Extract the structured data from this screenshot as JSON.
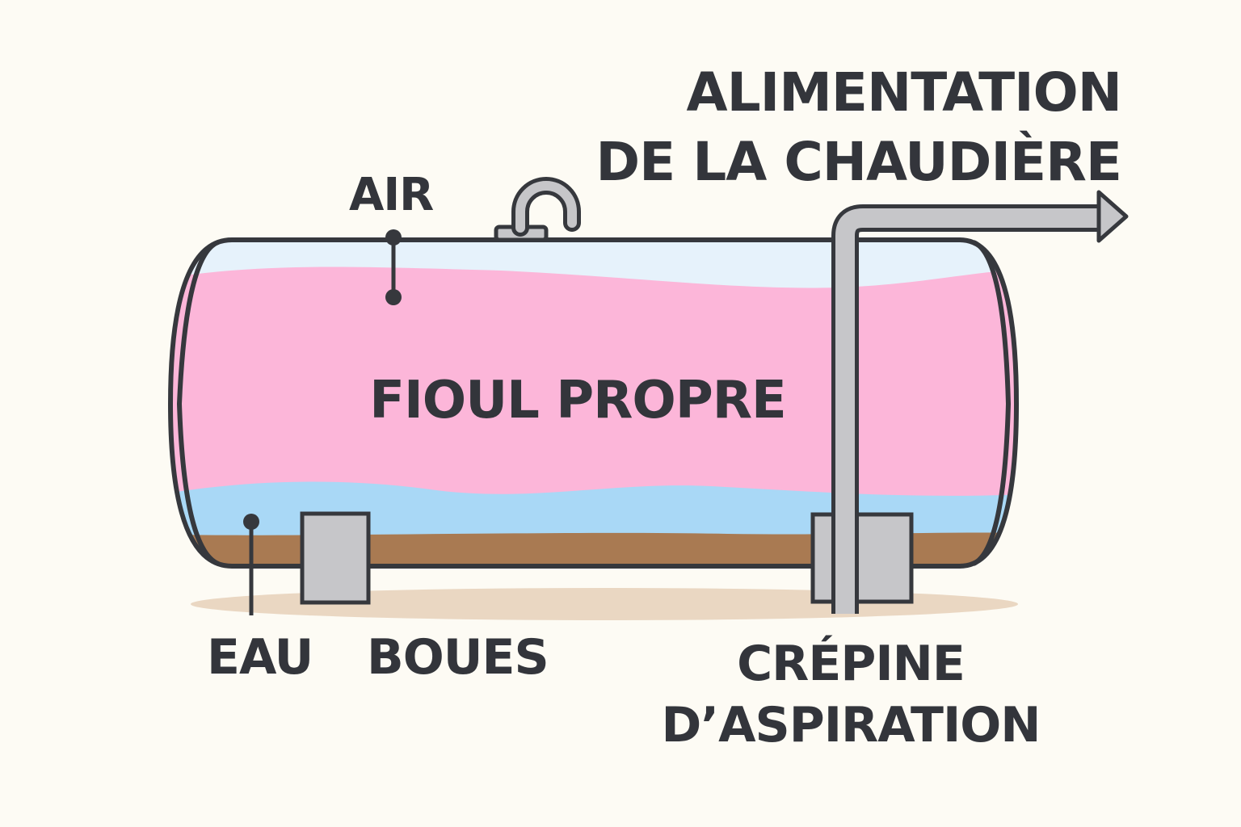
{
  "labels": {
    "feed_line1": "ALIMENTATION",
    "feed_line2": "DE LA CHAUDIÈRE",
    "air": "AIR",
    "fuel": "FIOUL PROPRE",
    "water": "EAU",
    "sludge": "BOUES",
    "strainer_line1": "CRÉPINE",
    "strainer_line2": "D’ASPIRATION"
  },
  "colors": {
    "background": "#fdfbf4",
    "outline": "#36383d",
    "air_layer": "#e6f2fb",
    "fuel_layer": "#fcb6d9",
    "water_layer": "#a9d8f6",
    "sludge_layer": "#a97a52",
    "pipe": "#c6c6c9",
    "shadow": "#ead7c2"
  },
  "icons": {
    "arrow": "arrow-right-icon",
    "vent": "gooseneck-vent-icon"
  }
}
